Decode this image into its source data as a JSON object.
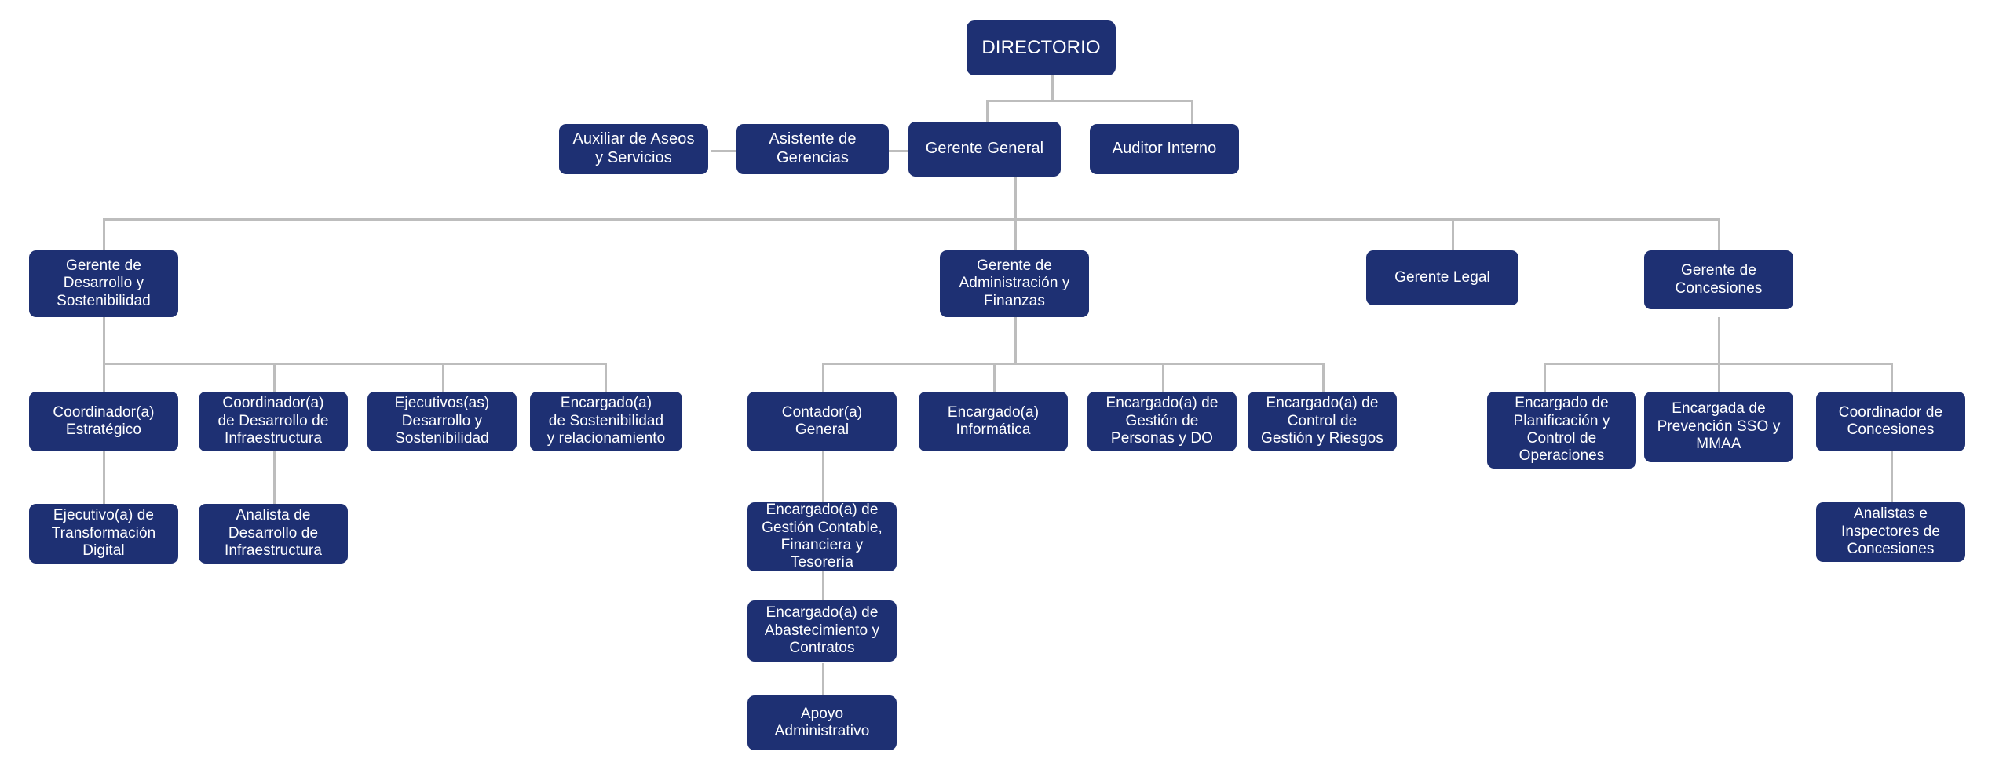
{
  "diagram": {
    "title": "Organigrama",
    "type": "organizational-chart",
    "colors": {
      "node_fill": "#1e3073",
      "node_text": "#ffffff",
      "connector": "#bdbdbd",
      "background": "#ffffff"
    },
    "nodes": {
      "directorio": {
        "label": "DIRECTORIO"
      },
      "gerente_general": {
        "label": "Gerente General"
      },
      "auditor_interno": {
        "label": "Auditor Interno"
      },
      "asistente_gerencias": {
        "label": "Asistente de\nGerencias"
      },
      "auxiliar_aseos": {
        "label": "Auxiliar de Aseos\ny Servicios"
      },
      "gerente_desarrollo": {
        "label": "Gerente de\nDesarrollo y\nSostenibilidad"
      },
      "gerente_admin_finanzas": {
        "label": "Gerente de\nAdministración y\nFinanzas"
      },
      "gerente_legal": {
        "label": "Gerente Legal"
      },
      "gerente_concesiones": {
        "label": "Gerente de\nConcesiones"
      },
      "coordinador_estrategico": {
        "label": "Coordinador(a)\nEstratégico"
      },
      "coordinador_infra": {
        "label": "Coordinador(a)\nde Desarrollo de\nInfraestructura"
      },
      "ejecutivos_desarrollo": {
        "label": "Ejecutivos(as)\nDesarrollo y\nSostenibilidad"
      },
      "encargado_sostenibilidad": {
        "label": "Encargado(a)\nde Sostenibilidad\ny relacionamiento"
      },
      "ejecutivo_transformacion": {
        "label": "Ejecutivo(a) de\nTransformación\nDigital"
      },
      "analista_infra": {
        "label": "Analista de\nDesarrollo de\nInfraestructura"
      },
      "contador_general": {
        "label": "Contador(a)\nGeneral"
      },
      "encargado_informatica": {
        "label": "Encargado(a)\nInformática"
      },
      "encargado_personas": {
        "label": "Encargado(a) de\nGestión de\nPersonas y DO"
      },
      "encargado_control": {
        "label": "Encargado(a) de\nControl de\nGestión y Riesgos"
      },
      "encargado_contable": {
        "label": "Encargado(a) de\nGestión Contable,\nFinanciera y\nTesorería"
      },
      "encargado_abastecimiento": {
        "label": "Encargado(a) de\nAbastecimiento y\nContratos"
      },
      "apoyo_administrativo": {
        "label": "Apoyo\nAdministrativo"
      },
      "encargado_planificacion": {
        "label": "Encargado de\nPlanificación y\nControl de\nOperaciones"
      },
      "encargada_prevencion": {
        "label": "Encargada de\nPrevención SSO y\nMMAA"
      },
      "coordinador_concesiones": {
        "label": "Coordinador de\nConcesiones"
      },
      "analistas_concesiones": {
        "label": "Analistas e\nInspectores de\nConcesiones"
      }
    },
    "hierarchy": [
      {
        "parent": "directorio",
        "children": [
          "gerente_general",
          "auditor_interno"
        ]
      },
      {
        "parent": "gerente_general",
        "children": [
          "asistente_gerencias",
          "gerente_desarrollo",
          "gerente_admin_finanzas",
          "gerente_legal",
          "gerente_concesiones"
        ]
      },
      {
        "parent": "asistente_gerencias",
        "children": [
          "auxiliar_aseos"
        ]
      },
      {
        "parent": "gerente_desarrollo",
        "children": [
          "coordinador_estrategico",
          "coordinador_infra",
          "ejecutivos_desarrollo",
          "encargado_sostenibilidad"
        ]
      },
      {
        "parent": "coordinador_estrategico",
        "children": [
          "ejecutivo_transformacion"
        ]
      },
      {
        "parent": "coordinador_infra",
        "children": [
          "analista_infra"
        ]
      },
      {
        "parent": "gerente_admin_finanzas",
        "children": [
          "contador_general",
          "encargado_informatica",
          "encargado_personas",
          "encargado_control"
        ]
      },
      {
        "parent": "contador_general",
        "children": [
          "encargado_contable"
        ]
      },
      {
        "parent": "encargado_contable",
        "children": [
          "encargado_abastecimiento"
        ]
      },
      {
        "parent": "encargado_abastecimiento",
        "children": [
          "apoyo_administrativo"
        ]
      },
      {
        "parent": "gerente_concesiones",
        "children": [
          "encargado_planificacion",
          "encargada_prevencion",
          "coordinador_concesiones"
        ]
      },
      {
        "parent": "coordinador_concesiones",
        "children": [
          "analistas_concesiones"
        ]
      }
    ]
  }
}
